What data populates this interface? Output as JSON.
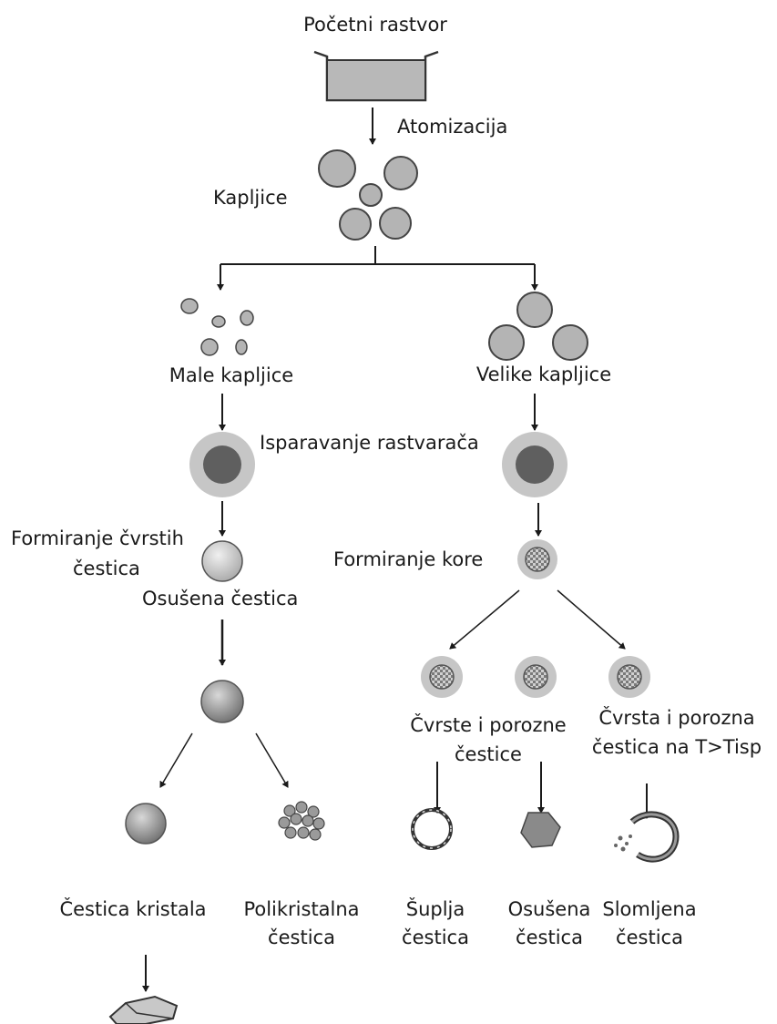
{
  "labels": {
    "start_solution": "Početni rastvor",
    "atomization": "Atomizacija",
    "droplets": "Kapljice",
    "small_droplets": "Male kapljice",
    "large_droplets": "Velike kapljice",
    "solvent_evaporation": "Isparavanje rastvarača",
    "solid_formation_line1": "Formiranje čvrstih",
    "solid_formation_line2": "čestica",
    "dried_particle": "Osušena čestica",
    "crust_formation": "Formiranje kore",
    "solid_porous_line1": "Čvrste i porozne",
    "solid_porous_line2": "čestice",
    "solid_porous_t_line1": "Čvrsta i porozna",
    "solid_porous_t_line2": "čestica na T>Tisp",
    "crystal_particle": "Čestica kristala",
    "polycrystal_line1": "Polikristalna",
    "polycrystal_line2": "čestica",
    "hollow_line1": "Šuplja",
    "hollow_line2": "čestica",
    "dried_line1": "Osušena",
    "dried_line2": "čestica",
    "broken_line1": "Slomljena",
    "broken_line2": "čestica"
  }
}
